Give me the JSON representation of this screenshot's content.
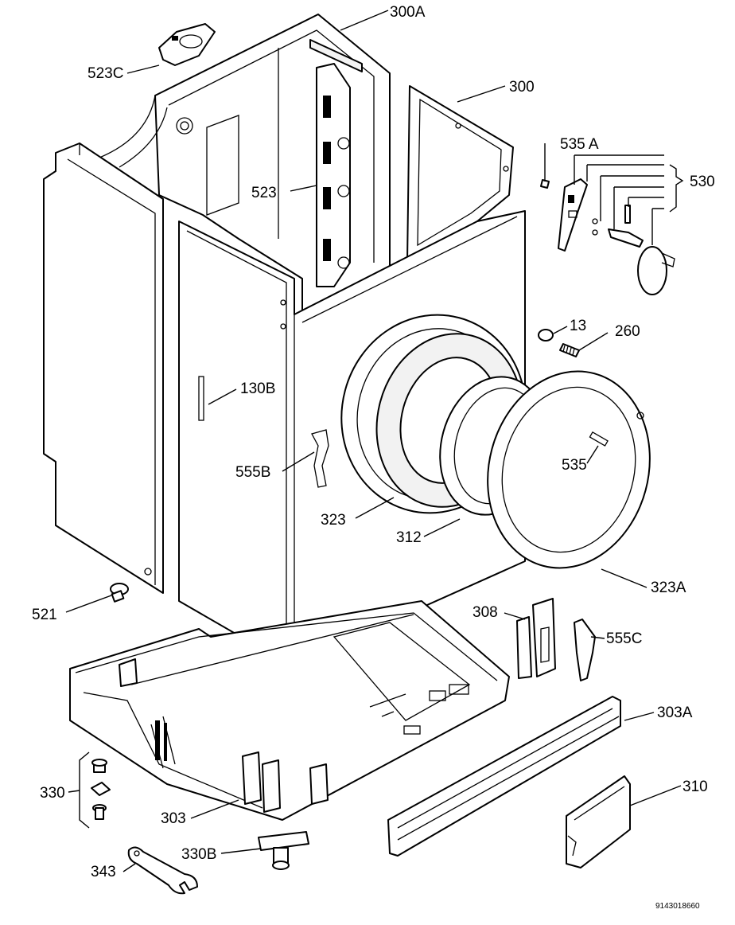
{
  "diagram": {
    "reference_code": "9143018660",
    "labels": {
      "l300A": "300A",
      "l523C": "523C",
      "l300": "300",
      "l535A": "535 A",
      "l530": "530",
      "l523": "523",
      "l13": "13",
      "l260": "260",
      "l130B": "130B",
      "l535": "535",
      "l555B": "555B",
      "l323": "323",
      "l312": "312",
      "l323A": "323A",
      "l521": "521",
      "l308": "308",
      "l555C": "555C",
      "l303A": "303A",
      "l330": "330",
      "l310": "310",
      "l303": "303",
      "l330B": "330B",
      "l343": "343"
    }
  }
}
